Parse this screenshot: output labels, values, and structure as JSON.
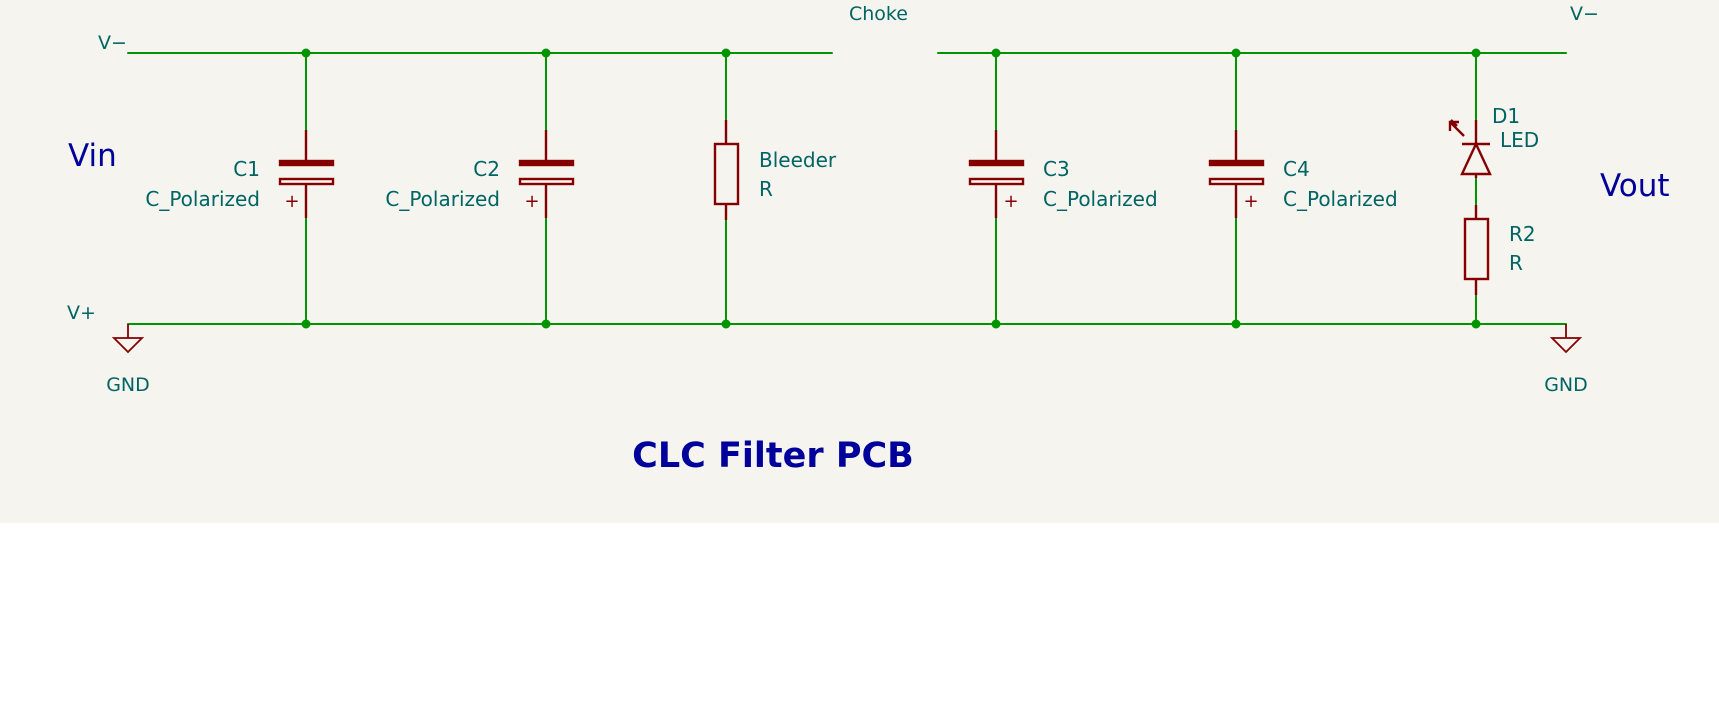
{
  "schematic": {
    "title": "CLC Filter PCB",
    "input_label": "Vin",
    "output_label": "Vout",
    "choke_label": "Choke",
    "power": {
      "v_minus_left": "V−",
      "v_minus_right": "V−",
      "v_plus": "V+",
      "gnd_left": "GND",
      "gnd_right": "GND"
    },
    "components": [
      {
        "ref": "C1",
        "value": "C_Polarized",
        "polarity": "+"
      },
      {
        "ref": "C2",
        "value": "C_Polarized",
        "polarity": "+"
      },
      {
        "ref": "Bleeder",
        "value": "R"
      },
      {
        "ref": "C3",
        "value": "C_Polarized",
        "polarity": "+"
      },
      {
        "ref": "C4",
        "value": "C_Polarized",
        "polarity": "+"
      },
      {
        "ref": "D1",
        "value": "LED"
      },
      {
        "ref": "R2",
        "value": "R"
      }
    ],
    "colors": {
      "wire": "#009400",
      "component": "#840000",
      "label": "#006464",
      "title": "#00009a",
      "sheet": "#f5f4ef"
    }
  }
}
